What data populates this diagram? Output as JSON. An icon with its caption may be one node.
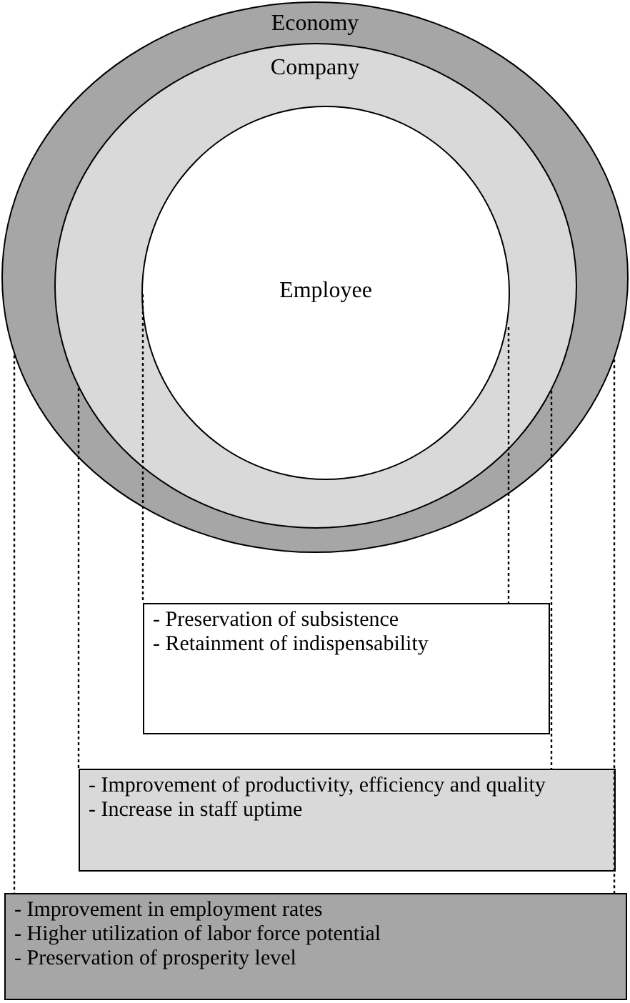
{
  "diagram": {
    "nodes": [
      {
        "text": [
          "Economy"
        ]
      },
      {
        "text": [
          "Company"
        ],
        "in": 0
      },
      {
        "text": [
          "Employee"
        ],
        "in": 1
      },
      {
        "text": [
          "- Preservation of subsistence",
          "- Retainment of indispensability"
        ]
      },
      {
        "text": [
          "- Improvement of productivity, efficiency and quality",
          "- Increase in staff uptime"
        ]
      },
      {
        "text": [
          "- Improvement in employment rates",
          "- Higher utilization of labor force potential",
          "- Preservation of prosperity level"
        ]
      }
    ],
    "edges": [
      {
        "from": 2,
        "to": 3,
        "arrow": "none",
        "style": "dashed"
      },
      {
        "from": 2,
        "to": 3,
        "arrow": "none",
        "style": "dashed"
      },
      {
        "from": 1,
        "to": 4,
        "arrow": "none",
        "style": "dashed"
      },
      {
        "from": 1,
        "to": 4,
        "arrow": "none",
        "style": "dashed"
      },
      {
        "from": 0,
        "to": 5,
        "arrow": "none",
        "style": "dashed"
      },
      {
        "from": 0,
        "to": 5,
        "arrow": "none",
        "style": "dashed"
      }
    ]
  }
}
